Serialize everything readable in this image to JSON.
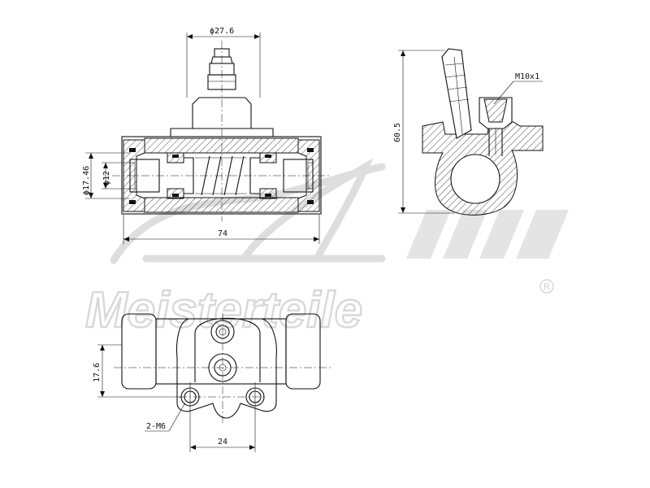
{
  "watermark": {
    "brand": "Meisterteile",
    "registered": "R"
  },
  "dimensions": {
    "top_bore_width": "ϕ27.6",
    "outer_diameter": "ϕ17.46",
    "inner_diameter": "ϕ12",
    "overall_length": "74",
    "height": "60.5",
    "thread": "M10x1",
    "vertical_offset": "17.6",
    "bolts": "2-M6",
    "bolt_spacing": "24"
  }
}
